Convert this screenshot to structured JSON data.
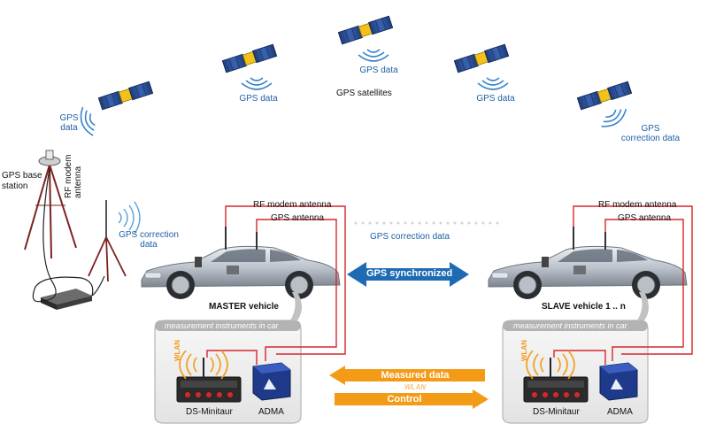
{
  "satellites": [
    {
      "label": "GPS\ndata"
    },
    {
      "label": "GPS data"
    },
    {
      "label": "GPS data"
    },
    {
      "label": "GPS data"
    },
    {
      "label": "GPS\ncorrection data"
    }
  ],
  "satellites_caption": "GPS satellites",
  "base_station": {
    "label": "GPS base\nstation",
    "modem_label": "RF modem\nantenna",
    "correction_label": "GPS correction\ndata"
  },
  "master": {
    "rf_antenna": "RF modem antenna",
    "gps_antenna": "GPS antenna",
    "vehicle": "MASTER vehicle",
    "box_header": "measurement instruments in car",
    "wlan": "WLAN",
    "device1": "DS-Minitaur",
    "device2": "ADMA"
  },
  "slave": {
    "rf_antenna": "RF modem antenna",
    "gps_antenna": "GPS antenna",
    "vehicle": "SLAVE vehicle 1 .. n",
    "box_header": "measurement instruments in car",
    "wlan": "WLAN",
    "device1": "DS-Minitaur",
    "device2": "ADMA"
  },
  "links": {
    "gps_correction": "GPS correction data",
    "gps_synchronized": "GPS synchronized",
    "measured_data": "Measured data",
    "wlan": "WLAN",
    "control": "Control"
  },
  "colors": {
    "blue_text": "#1f5fa6",
    "sync_arrow": "#1f6bb3",
    "orange_arrow": "#f39a16",
    "red_wire": "#d8262b"
  }
}
